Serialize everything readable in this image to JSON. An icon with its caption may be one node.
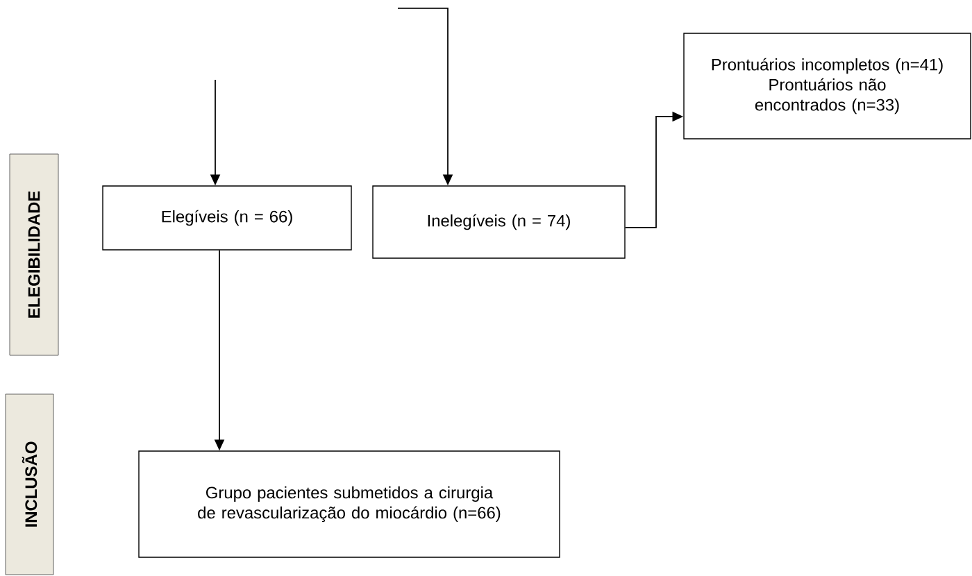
{
  "diagram": {
    "nodes": [
      {
        "text": [
          "ELEGIBILIDADE"
        ]
      },
      {
        "text": [
          "INCLUSÃO"
        ]
      },
      {
        "text": [
          "Elegíveis (n = 66)"
        ]
      },
      {
        "text": [
          "Inelegíveis (n = 74)"
        ]
      },
      {
        "text": [
          "Prontuários incompletos (n=41)",
          "Prontuários não encontrados (n=33)"
        ]
      },
      {
        "text": [
          "Grupo pacientes submetidos a cirurgia de revascularização do miocárdio (n=66)"
        ]
      }
    ],
    "edges": [
      {
        "from": null,
        "to": 2,
        "arrow": "to"
      },
      {
        "from": null,
        "to": 3,
        "arrow": "to"
      },
      {
        "from": 3,
        "to": 4,
        "arrow": "to"
      },
      {
        "from": 2,
        "to": 5,
        "arrow": "to"
      }
    ]
  }
}
